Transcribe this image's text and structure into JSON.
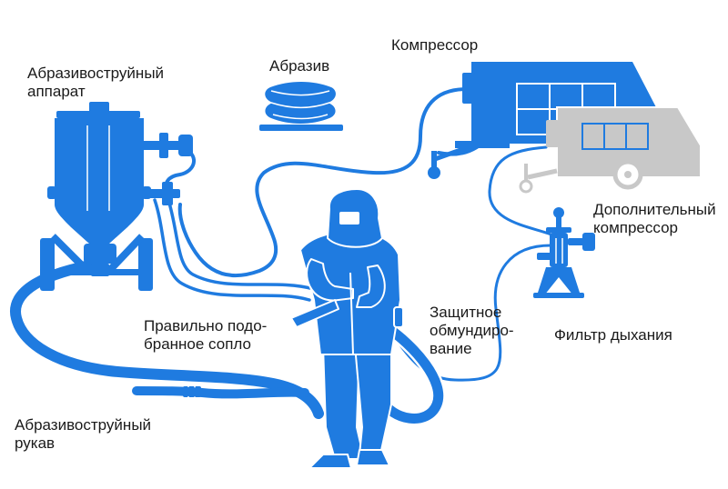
{
  "colors": {
    "equipment_blue": "#1f7be0",
    "hose_blue": "#1f7be0",
    "auxiliary_gray": "#c8c8c8",
    "outline": "#ffffff",
    "text": "#1a1a1a"
  },
  "labels": {
    "blast_machine": [
      "Абразивоструйный",
      "аппарат"
    ],
    "abrasive": "Абразив",
    "compressor": "Компрессор",
    "extra_compressor": [
      "Дополнительный",
      "компрессор"
    ],
    "nozzle": [
      "Правильно подо-",
      "бранное сопло"
    ],
    "protective_suit": [
      "Защитное",
      "обмундиро-",
      "вание"
    ],
    "breathing_filter": "Фильтр дыхания",
    "blast_hose": [
      "Абразивоструйный",
      "рукав"
    ]
  },
  "icons": {
    "blast_machine": "pressure-pot-icon",
    "abrasive": "abrasive-bag-icon",
    "compressor": "air-compressor-icon",
    "extra_compressor": "auxiliary-compressor-icon",
    "breathing_filter": "air-filter-icon",
    "operator": "blasting-operator-icon"
  }
}
